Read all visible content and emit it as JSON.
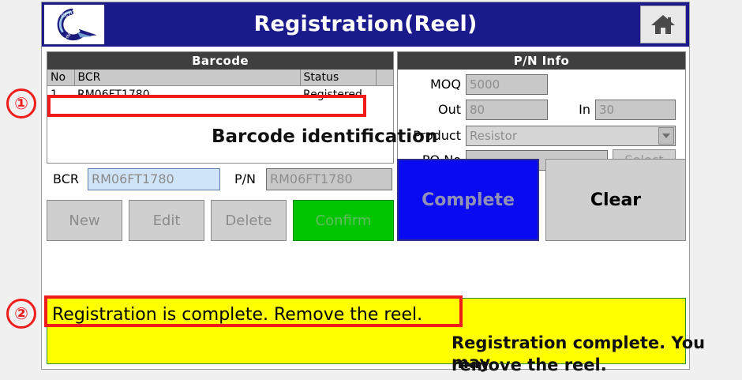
{
  "window": {
    "title": "Registration(Reel)",
    "logo_icon": "ceyon-technology-logo",
    "logo_text_top": "CEYON",
    "logo_text_bottom": "TECHNOLOGY",
    "home_icon": "home-icon",
    "title_bar_color": "#1a1a8c"
  },
  "barcode_panel": {
    "header": "Barcode",
    "columns": [
      "No",
      "BCR",
      "Status",
      ""
    ],
    "rows": [
      {
        "no": "1",
        "bcr": "RM06FT1780",
        "status": "Registered"
      }
    ]
  },
  "pn_panel": {
    "header": "P/N Info",
    "fields": {
      "moq_label": "MOQ",
      "moq_value": "5000",
      "out_label": "Out",
      "out_value": "80",
      "in_label": "In",
      "in_value": "30",
      "product_label": "Product",
      "product_value": "Resistor",
      "product_dropdown_icon": "chevron-down-icon",
      "pono_label": "PO No",
      "pono_value": "",
      "select_button": "Select"
    }
  },
  "io_row": {
    "bcr_label": "BCR",
    "bcr_value": "RM06FT1780",
    "pn_label": "P/N",
    "pn_value": "RM06FT1780"
  },
  "buttons": {
    "new": "New",
    "edit": "Edit",
    "delete": "Delete",
    "confirm": "Confirm",
    "complete": "Complete",
    "clear": "Clear",
    "confirm_color": "#00c400",
    "complete_color": "#0a0af0"
  },
  "status": {
    "message": "Registration is complete. Remove the reel.",
    "background_color": "#ffff00"
  },
  "annotations": {
    "marker_one": "①",
    "marker_two": "②",
    "callout_barcode": "Barcode identification",
    "callout_status_line1": "Registration complete. You may",
    "callout_status_line2": "remove the reel.",
    "highlight_color": "#ef1c1c"
  }
}
